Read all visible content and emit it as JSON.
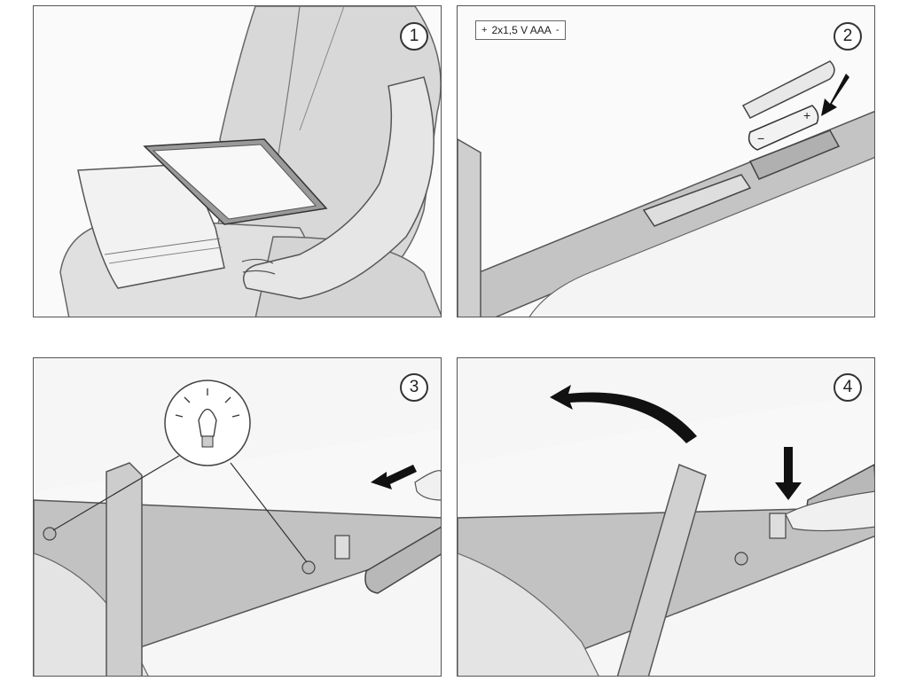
{
  "steps": [
    {
      "number": "1"
    },
    {
      "number": "2",
      "battery_label": {
        "plus": "+",
        "text": "2x1,5 V AAA",
        "minus": "-"
      }
    },
    {
      "number": "3"
    },
    {
      "number": "4"
    }
  ],
  "icons": {
    "step1": [
      "person-icon",
      "light-panel-icon",
      "book-icon"
    ],
    "step2": [
      "battery-icon",
      "battery-cover-icon",
      "arrow-down-icon"
    ],
    "step3": [
      "light-bulb-icon",
      "arrow-left-icon",
      "stand-leg-icon"
    ],
    "step4": [
      "curved-arrow-icon",
      "arrow-down-icon",
      "finger-icon",
      "stand-leg-icon"
    ]
  },
  "colors": {
    "line": "#555555",
    "frame": "#bdbdbd",
    "arrow": "#111111"
  }
}
